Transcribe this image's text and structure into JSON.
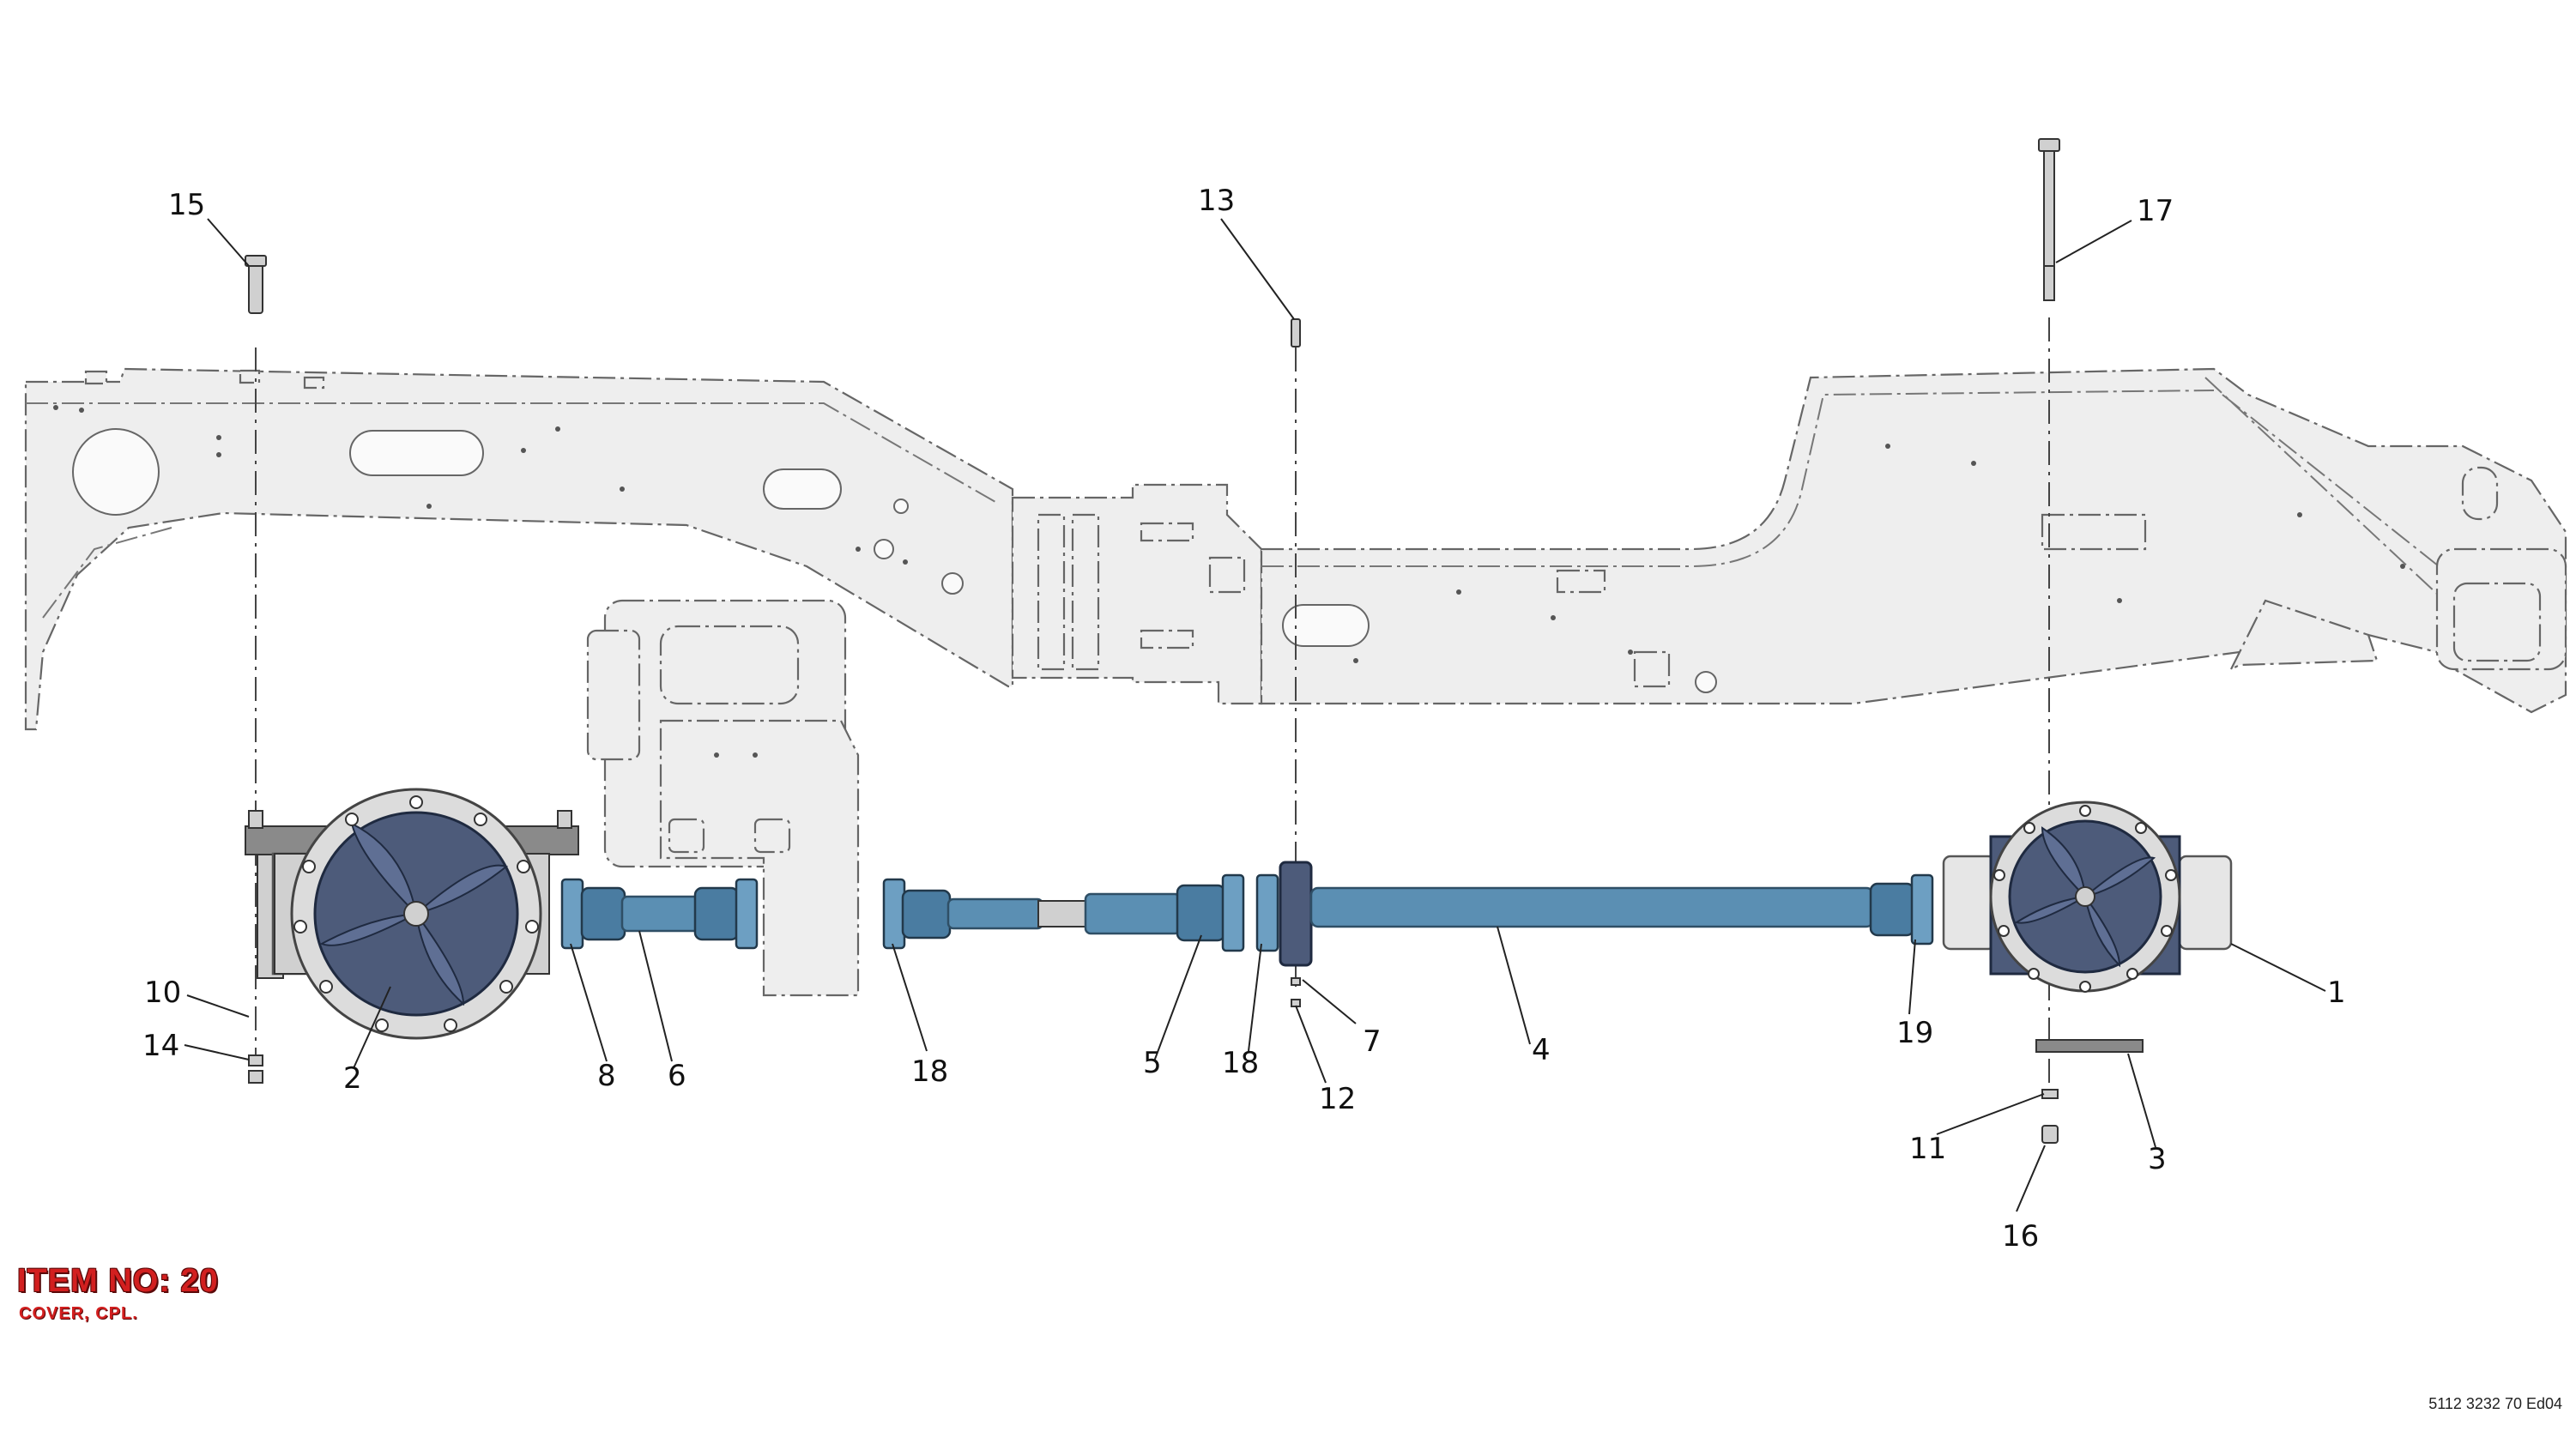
{
  "drawing": {
    "item_label": "ITEM NO: 20",
    "item_description": "COVER, CPL.",
    "document_number": "5112 3232 70 Ed04",
    "accent_color": "#d21f1f",
    "shaft_color": "#5b8fb3",
    "axle_color": "#4d5b7a"
  },
  "callouts": {
    "c1": "1",
    "c2": "2",
    "c3": "3",
    "c4": "4",
    "c5": "5",
    "c6": "6",
    "c7": "7",
    "c8": "8",
    "c10": "10",
    "c11": "11",
    "c12": "12",
    "c13": "13",
    "c14": "14",
    "c15": "15",
    "c16": "16",
    "c17": "17",
    "c18a": "18",
    "c18b": "18",
    "c19": "19"
  }
}
